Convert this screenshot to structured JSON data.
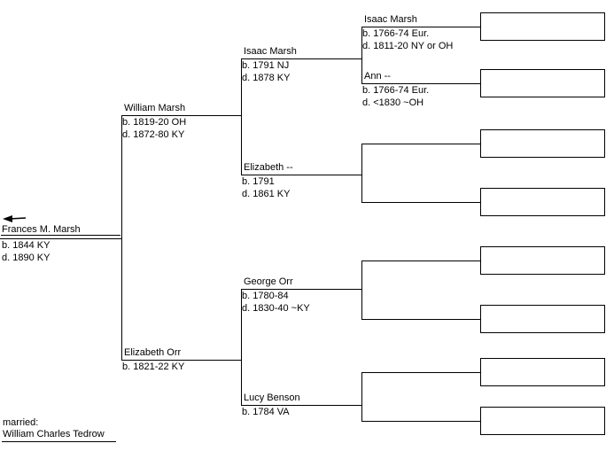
{
  "chart_title": "pedigree-chart",
  "colors": {
    "background": "#ffffff",
    "line": "#000000",
    "text": "#000000"
  },
  "icons": {
    "root_pointer": "left-arrow-icon"
  },
  "persons": {
    "root": {
      "name": "Frances M. Marsh",
      "birth": "b. 1844 KY",
      "death": "d. 1890 KY"
    },
    "father": {
      "name": "William Marsh",
      "birth": "b. 1819-20 OH",
      "death": "d. 1872-80 KY"
    },
    "mother": {
      "name": "Elizabeth Orr",
      "birth": "b. 1821-22 KY"
    },
    "paternal_grandfather": {
      "name": "Isaac Marsh",
      "birth": "b. 1791 NJ",
      "death": "d. 1878 KY"
    },
    "paternal_grandmother": {
      "name": "Elizabeth --",
      "birth": "b. 1791",
      "death": "d. 1861 KY"
    },
    "maternal_grandfather": {
      "name": "George Orr",
      "birth": "b. 1780-84",
      "death": "d. 1830-40 ~KY"
    },
    "maternal_grandmother": {
      "name": "Lucy Benson",
      "birth": "b. 1784 VA"
    },
    "paternal_great_grandfather": {
      "name": "Isaac Marsh",
      "birth": "b. 1766-74 Eur.",
      "death": "d. 1811-20 NY or OH"
    },
    "paternal_great_grandmother": {
      "name": "Ann --",
      "birth": "b. 1766-74 Eur.",
      "death": "d. <1830 ~OH"
    }
  },
  "empty_ancestor_slots": 8,
  "note": {
    "label": "married:",
    "spouse_name": "William Charles Tedrow"
  }
}
